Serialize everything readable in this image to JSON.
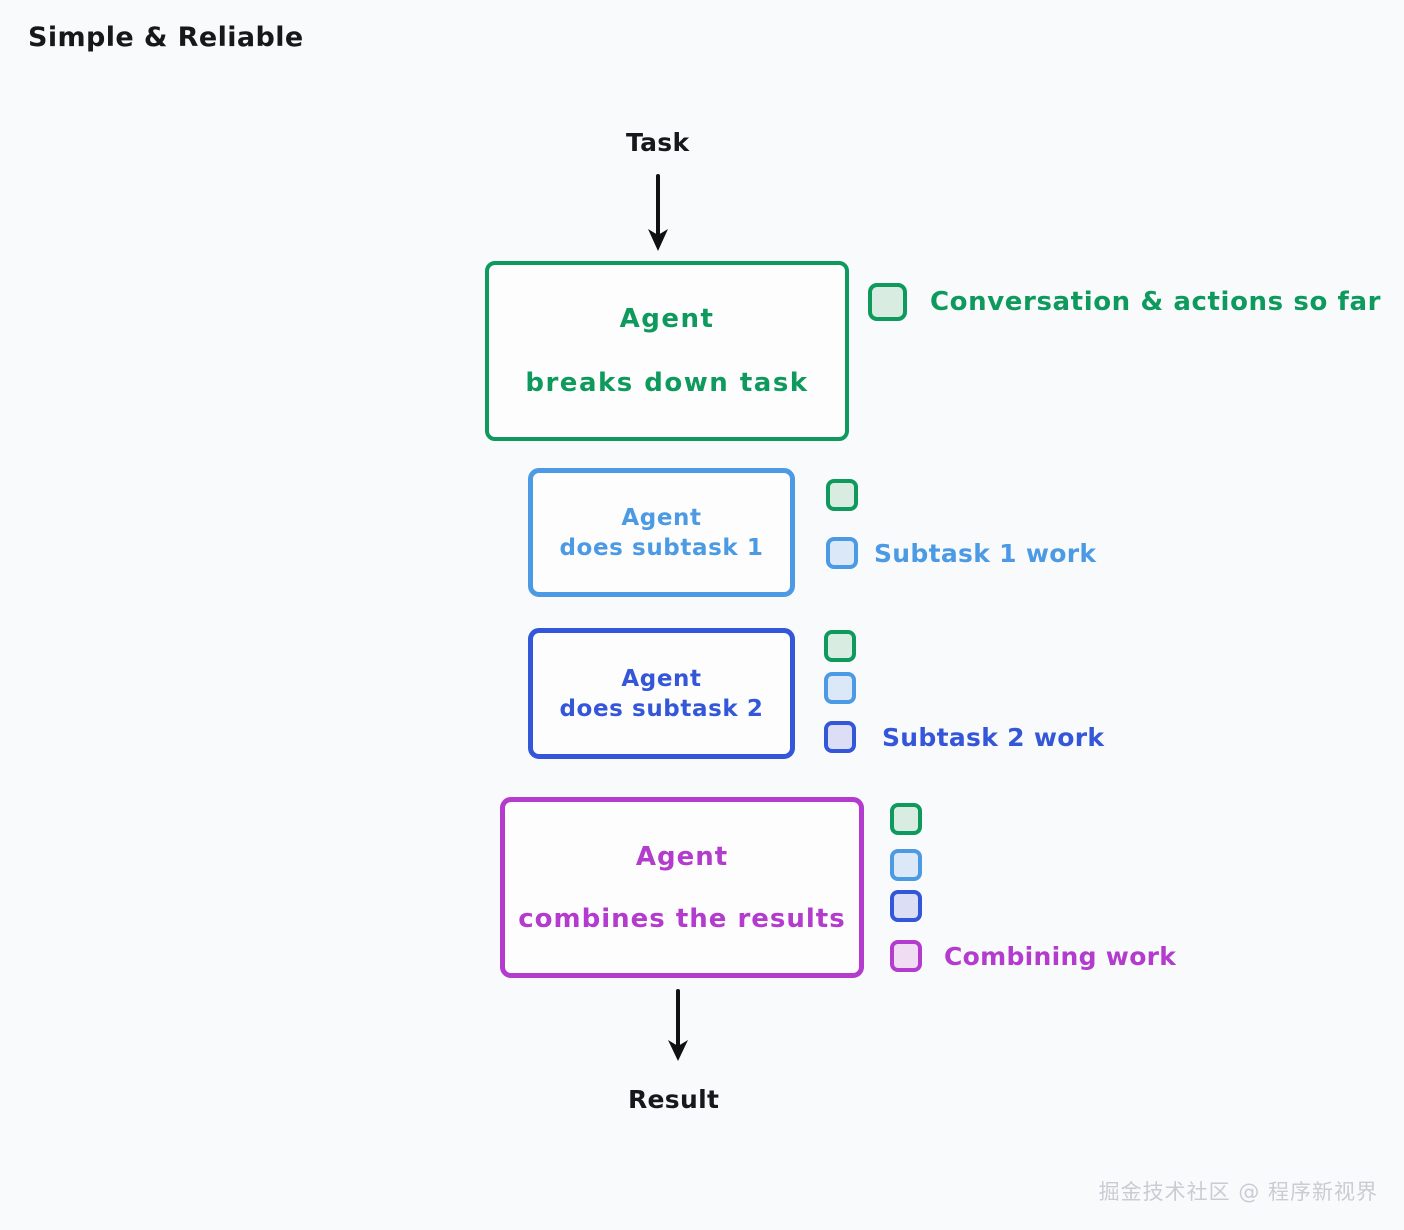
{
  "title": "Simple & Reliable",
  "flow": {
    "input_label": "Task",
    "output_label": "Result",
    "top_arrow_icon": "down-arrow-icon",
    "bottom_arrow_icon": "down-arrow-icon"
  },
  "colors": {
    "background": "#f9fafc",
    "title_text": "#17181a",
    "green": "#0e9a5d",
    "green_fill": "#d9ece2",
    "light_blue": "#4c9ae4",
    "light_blue_fill": "#dbe8f8",
    "indigo": "#3456d8",
    "indigo_fill": "#dbdef4",
    "purple": "#b33bcd",
    "purple_fill": "#f0dcf3",
    "arrow": "#111111",
    "watermark": "#c9ccd3"
  },
  "steps": [
    {
      "id": "breakdown",
      "line_top": "Agent",
      "line_bottom": "breaks down task",
      "color": "#0e9a5d",
      "legend_label": "Conversation & actions so far",
      "swatches": [
        {
          "name": "context-swatch-green",
          "border": "#0e9a5d",
          "fill": "#d9ece2"
        }
      ]
    },
    {
      "id": "subtask-1",
      "line_top": "Agent",
      "line_bottom": "does subtask 1",
      "color": "#4c9ae4",
      "legend_label": "Subtask 1 work",
      "swatches": [
        {
          "name": "context-swatch-green",
          "border": "#0e9a5d",
          "fill": "#d9ece2"
        },
        {
          "name": "context-swatch-light-blue",
          "border": "#4c9ae4",
          "fill": "#dbe8f8"
        }
      ]
    },
    {
      "id": "subtask-2",
      "line_top": "Agent",
      "line_bottom": "does subtask 2",
      "color": "#3456d8",
      "legend_label": "Subtask 2 work",
      "swatches": [
        {
          "name": "context-swatch-green",
          "border": "#0e9a5d",
          "fill": "#d9ece2"
        },
        {
          "name": "context-swatch-light-blue",
          "border": "#4c9ae4",
          "fill": "#dbe8f8"
        },
        {
          "name": "context-swatch-indigo",
          "border": "#3456d8",
          "fill": "#dbdef4"
        }
      ]
    },
    {
      "id": "combine",
      "line_top": "Agent",
      "line_bottom": "combines the results",
      "color": "#b33bcd",
      "legend_label": "Combining work",
      "swatches": [
        {
          "name": "context-swatch-green",
          "border": "#0e9a5d",
          "fill": "#d9ece2"
        },
        {
          "name": "context-swatch-light-blue",
          "border": "#4c9ae4",
          "fill": "#dbe8f8"
        },
        {
          "name": "context-swatch-indigo",
          "border": "#3456d8",
          "fill": "#dbdef4"
        },
        {
          "name": "context-swatch-purple",
          "border": "#b33bcd",
          "fill": "#f0dcf3"
        }
      ]
    }
  ],
  "watermark": "掘金技术社区 @ 程序新视界"
}
